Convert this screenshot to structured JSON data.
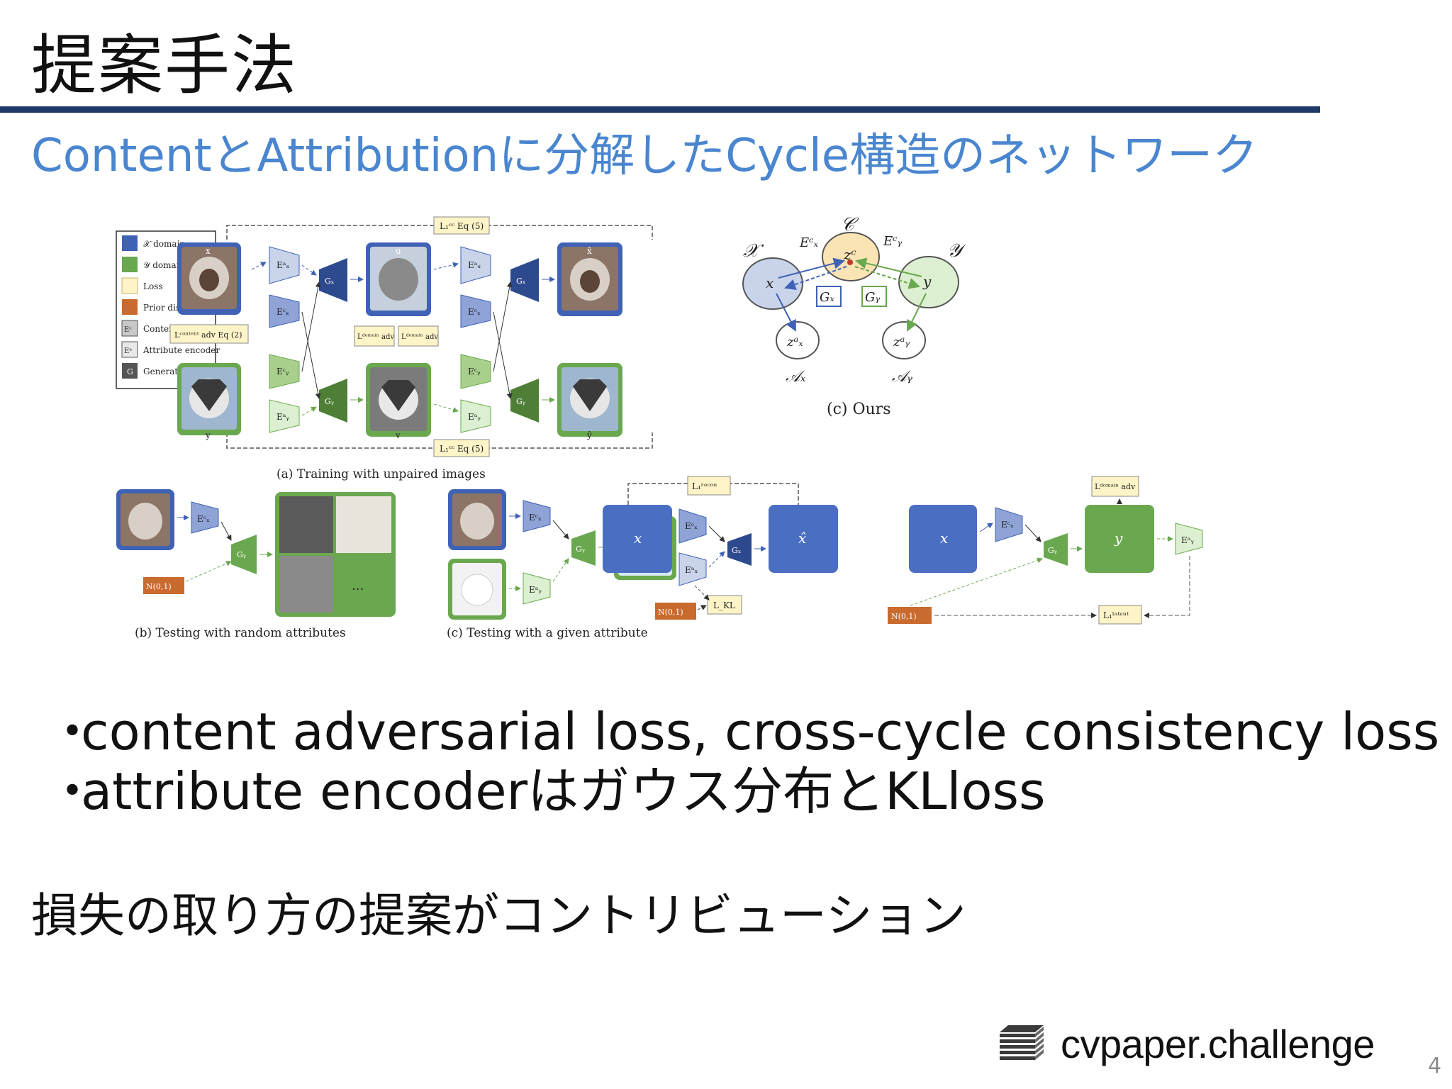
{
  "slide": {
    "title": "提案手法",
    "subtitle": "ContentとAttributionに分解したCycle構造のネットワーク",
    "bullets": [
      "content adversarial loss, cross-cycle consistency loss",
      "attribute encoderはガウス分布とKLloss"
    ],
    "bullet_marker": "・",
    "conclusion": "損失の取り方の提案がコントリビューション",
    "page_number": "4"
  },
  "brand": {
    "name": "cvpaper.challenge"
  },
  "figure": {
    "legend": [
      {
        "label": "𝒳 domain",
        "color": "#3f62b5"
      },
      {
        "label": "𝒴 domain",
        "color": "#6aa84f"
      },
      {
        "label": "Loss",
        "color": "#fff4c7"
      },
      {
        "label": "Prior distribution",
        "color": "#c96a2f"
      },
      {
        "label": "Content encoder",
        "swatch": "Eᶜ",
        "color": "#c8c8c8"
      },
      {
        "label": "Attribute encoder",
        "swatch": "Eᵃ",
        "color": "#e8e8e8"
      },
      {
        "label": "Generator",
        "swatch": "G",
        "color": "#555555"
      }
    ],
    "captions": {
      "a": "(a) Training with unpaired images",
      "b": "(b) Testing with random attributes",
      "c_test": "(c) Testing with a given attribute",
      "c_ours": "(c) Ours"
    },
    "labels": {
      "x": "x",
      "y": "y",
      "u": "u",
      "v": "v",
      "x_hat": "x̂",
      "y_hat": "ŷ",
      "gx": "Gₓ",
      "gy": "Gᵧ",
      "eax": "Eᵃₓ",
      "ecx": "Eᶜₓ",
      "ecy": "Eᶜᵧ",
      "eay": "Eᵃᵧ",
      "cc_loss": "L₁ᶜᶜ Eq (5)",
      "content_loss": "Lᶜᵒⁿᵗᵉⁿᵗ adv Eq (2)",
      "domain_loss": "Lᵈᵒᵐᵃⁱⁿ adv",
      "recon_loss": "L₁ʳᵉᶜᵒⁿ",
      "kl_loss": "L_KL",
      "latent_loss": "L₁ˡᵃᵗᵉⁿᵗ",
      "prior": "N(0,1)",
      "ellipsis": "...",
      "domain_x": "𝒳",
      "domain_y": "𝒴",
      "content_space": "𝒞",
      "zc": "zᶜ",
      "zax": "zᵃₓ",
      "zay": "zᵃᵧ",
      "attr_x": "𝒜ₓ",
      "attr_y": "𝒜ᵧ"
    }
  }
}
